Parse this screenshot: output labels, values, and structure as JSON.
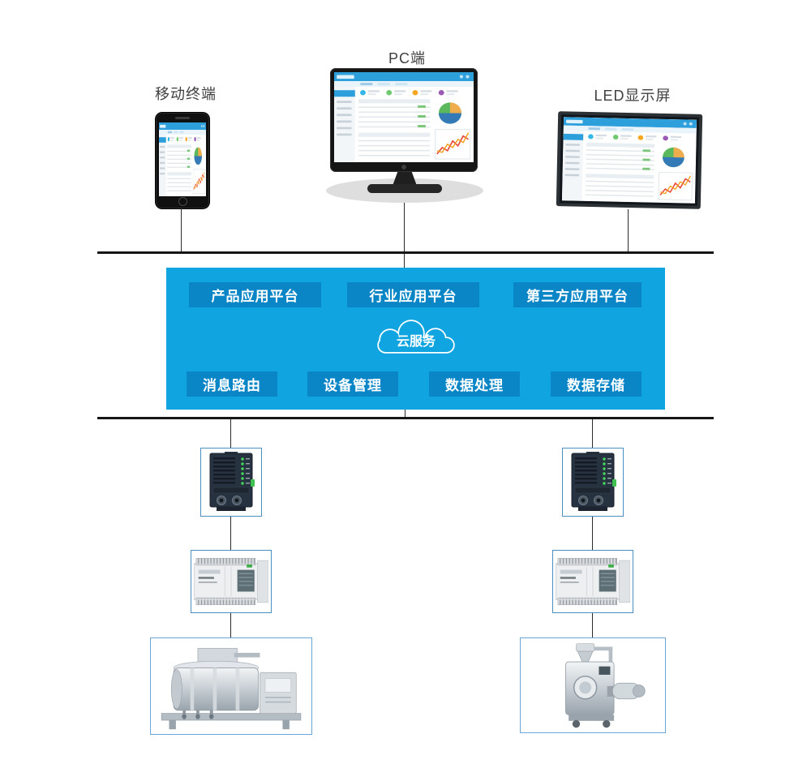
{
  "diagram": {
    "top_devices": {
      "mobile_label": "移动终端",
      "pc_label": "PC端",
      "led_label": "LED显示屏"
    },
    "platform": {
      "top_buttons": [
        "产品应用平台",
        "行业应用平台",
        "第三方应用平台"
      ],
      "cloud_label": "云服务",
      "bottom_buttons": [
        "消息路由",
        "设备管理",
        "数据处理",
        "数据存储"
      ],
      "panel_color": "#10a5e0",
      "button_color": "#0a86c7",
      "cloud_outline_color": "#ffffff"
    },
    "field_devices": {
      "left_chain": [
        "iot-gateway",
        "plc-controller",
        "rotary-processing-machine"
      ],
      "right_chain": [
        "iot-gateway",
        "plc-controller",
        "tablet-press-machine"
      ]
    }
  }
}
